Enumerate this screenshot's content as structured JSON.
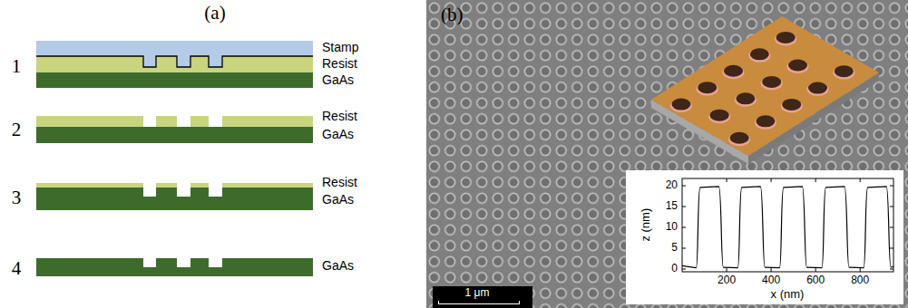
{
  "diagram": {
    "nodes": [
      {
        "text": [
          "1 μm"
        ]
      }
    ],
    "labels": [
      "(a)",
      "1",
      "Stamp",
      "Resist",
      "GaAs",
      "2",
      "Resist",
      "GaAs",
      "3",
      "Resist",
      "GaAs",
      "4",
      "GaAs",
      "(b)",
      "20",
      "15",
      "10",
      "5",
      "0",
      "z (nm)",
      "200",
      "400",
      "600",
      "800",
      "x (nm)"
    ]
  }
}
